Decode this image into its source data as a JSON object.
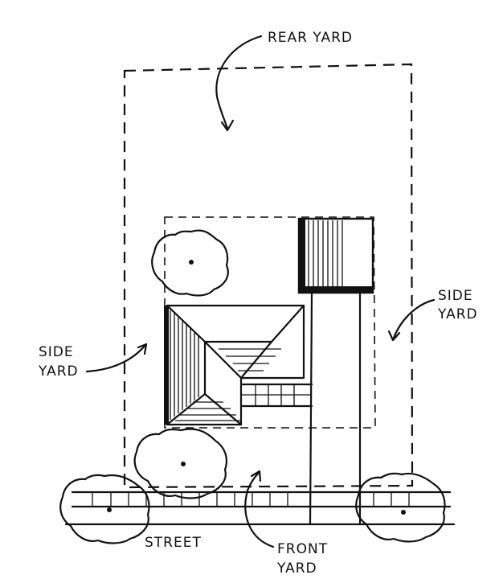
{
  "labels": {
    "rear_yard": "REAR YARD",
    "side_yard_left_1": "SIDE",
    "side_yard_left_2": "YARD",
    "side_yard_right_1": "SIDE",
    "side_yard_right_2": "YARD",
    "street": "STREET",
    "front_yard_1": "FRONT",
    "front_yard_2": "YARD"
  }
}
